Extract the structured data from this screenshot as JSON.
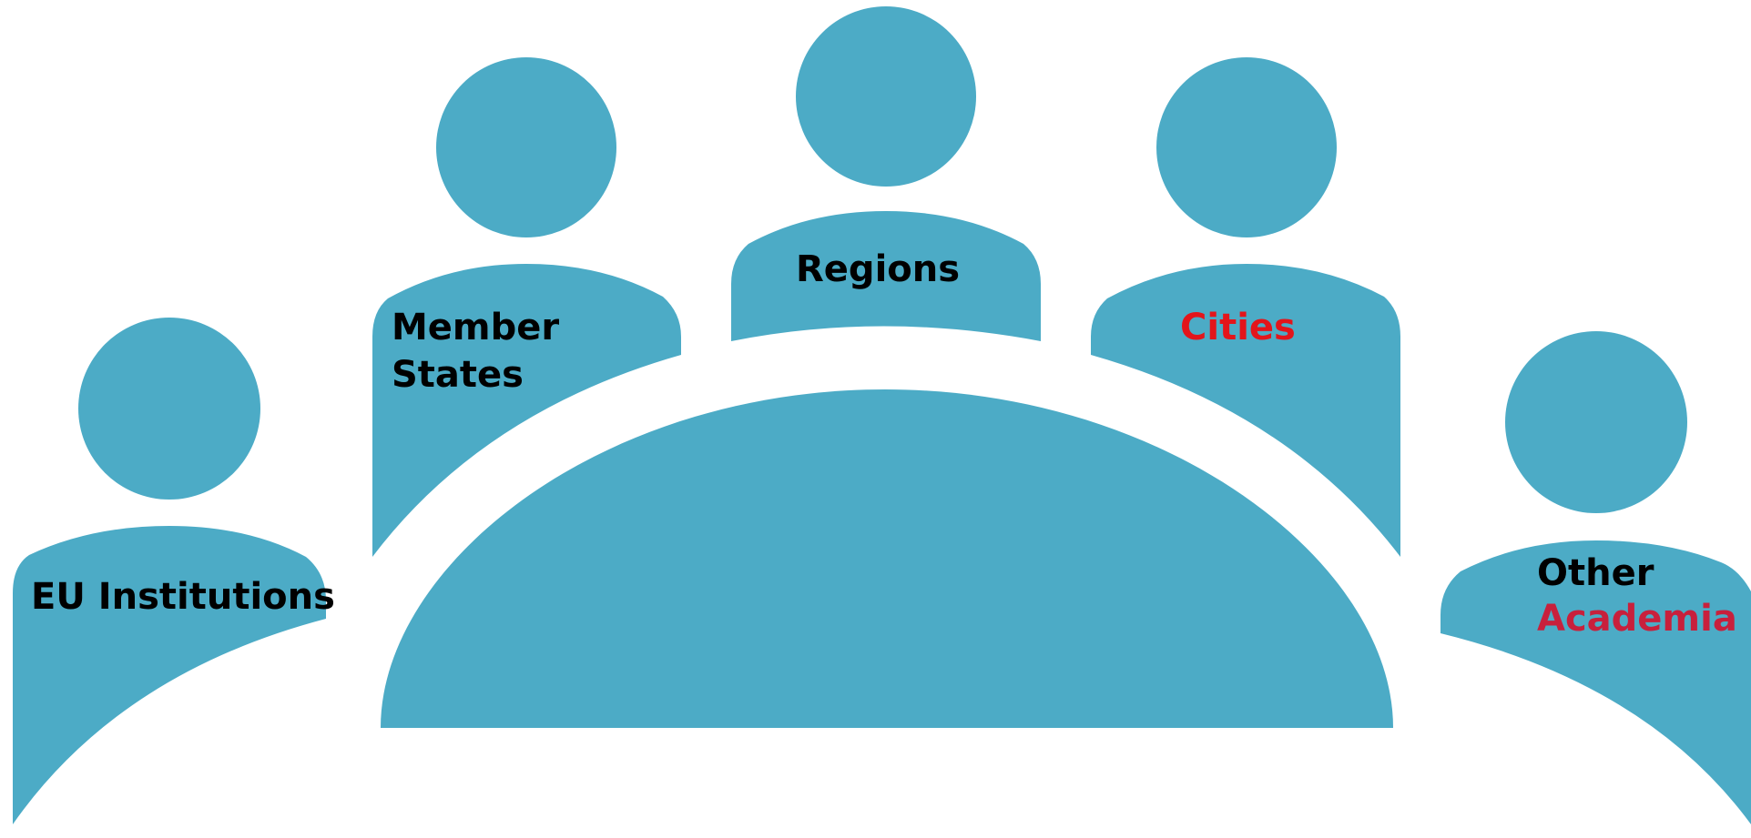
{
  "colors": {
    "figure": "#4cabc6",
    "label_default": "#000000",
    "label_cities": "#e3151b",
    "label_academia": "#c8203c"
  },
  "labels": {
    "eu_institutions": "EU Institutions",
    "member_states_line1": "Member",
    "member_states_line2": "States",
    "regions": "Regions",
    "cities": "Cities",
    "other": "Other",
    "academia": "Academia"
  }
}
